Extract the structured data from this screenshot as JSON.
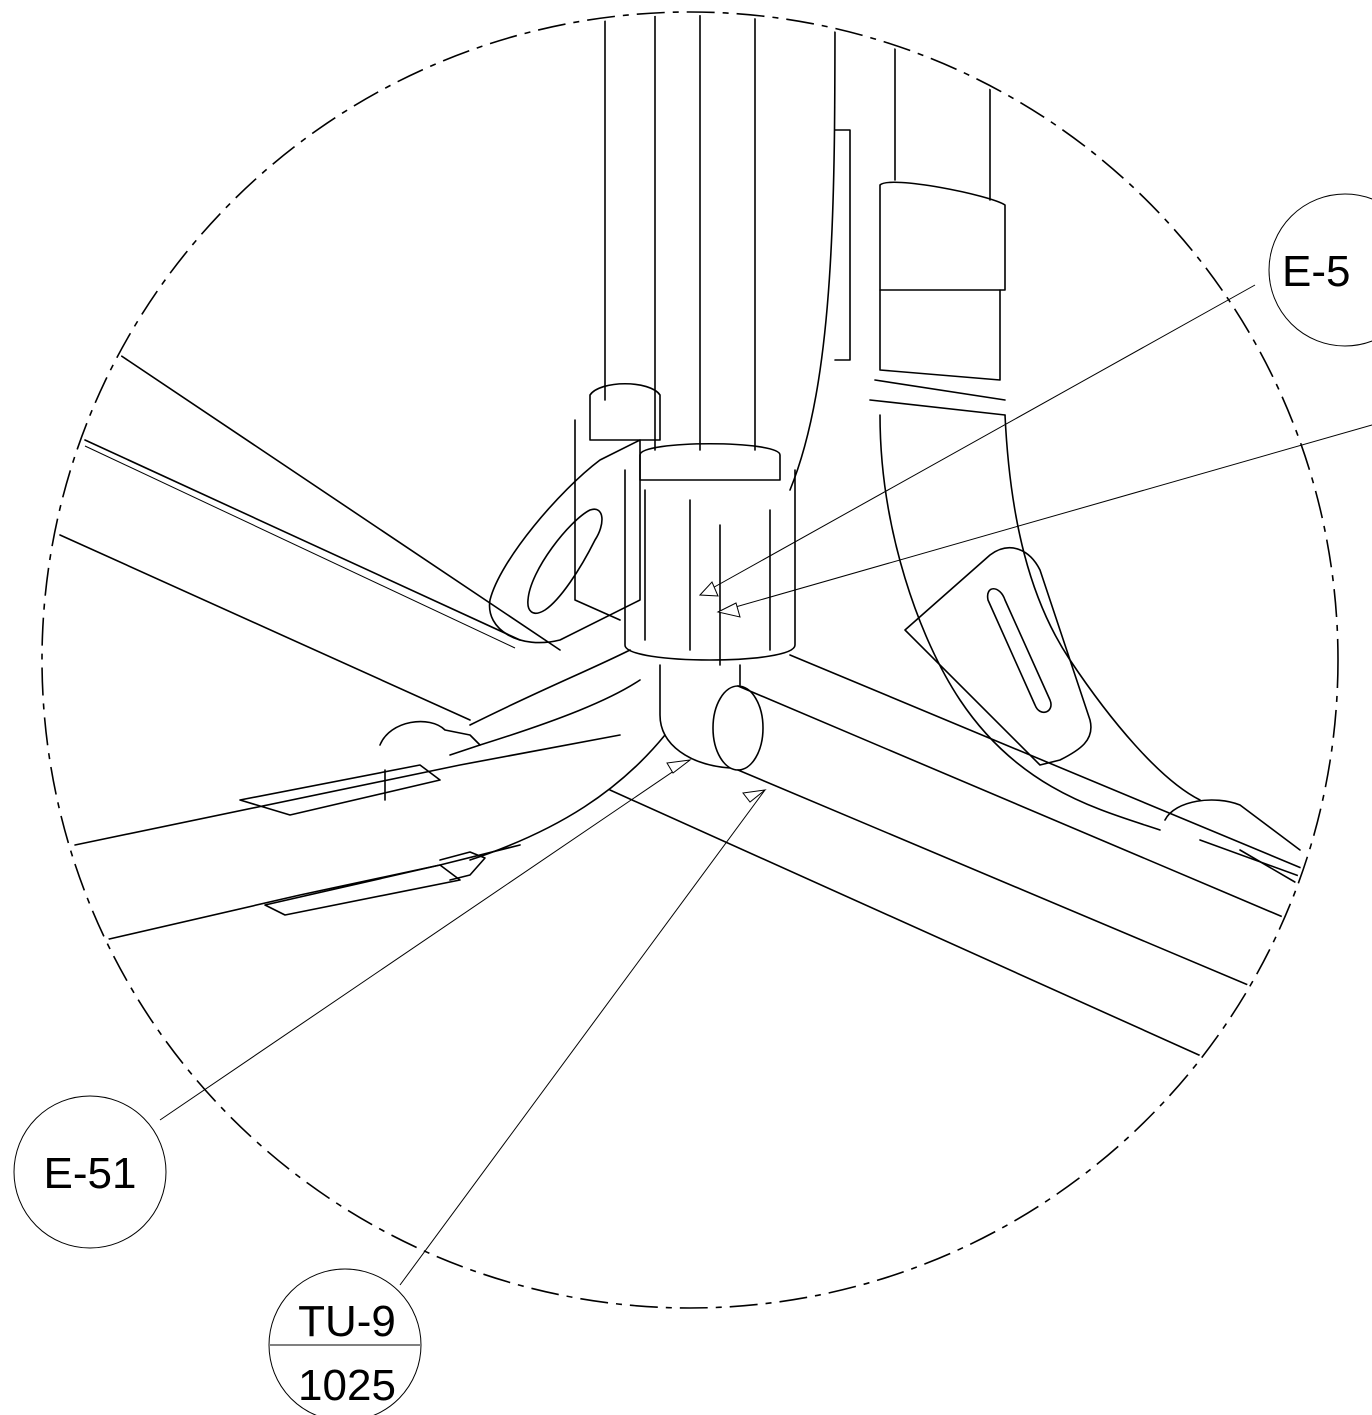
{
  "callouts": {
    "e_top": "E-5",
    "e_51": "E-51",
    "tu_part": "TU-9",
    "tu_qty": "1025"
  }
}
